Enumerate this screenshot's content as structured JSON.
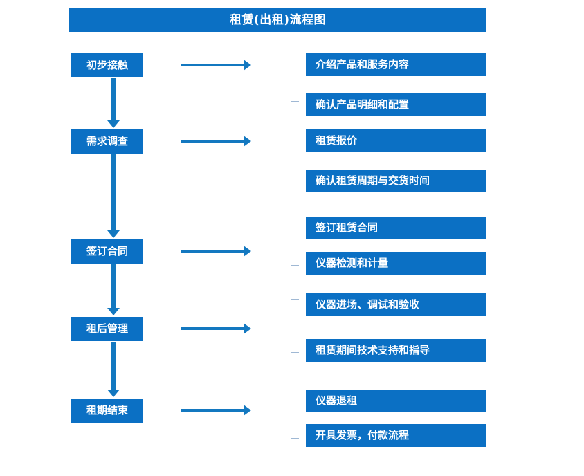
{
  "diagram": {
    "title": "租赁(出租)流程图",
    "colors": {
      "box_blue": "#0B70C4",
      "arrow_blue": "#1378C0",
      "bracket_gray_blue": "#9FB8D4",
      "label_white": "#FFFFFF",
      "background": "#FFFFFF"
    },
    "stages": [
      {
        "label": "初步接触"
      },
      {
        "label": "需求调查"
      },
      {
        "label": "签订合同"
      },
      {
        "label": "租后管理"
      },
      {
        "label": "租期结束"
      }
    ],
    "details": [
      {
        "label": "介绍产品和服务内容"
      },
      {
        "label": "确认产品明细和配置"
      },
      {
        "label": "租赁报价"
      },
      {
        "label": "确认租赁周期与交货时间"
      },
      {
        "label": "签订租赁合同"
      },
      {
        "label": "仪器检测和计量"
      },
      {
        "label": "仪器进场、调试和验收"
      },
      {
        "label": "租赁期间技术支持和指导"
      },
      {
        "label": "仪器退租"
      },
      {
        "label": "开具发票，付款流程"
      }
    ],
    "icons": {
      "flow_arrow_right": "arrow-right-icon",
      "flow_arrow_down": "arrow-down-icon",
      "group_bracket": "bracket-icon"
    }
  }
}
